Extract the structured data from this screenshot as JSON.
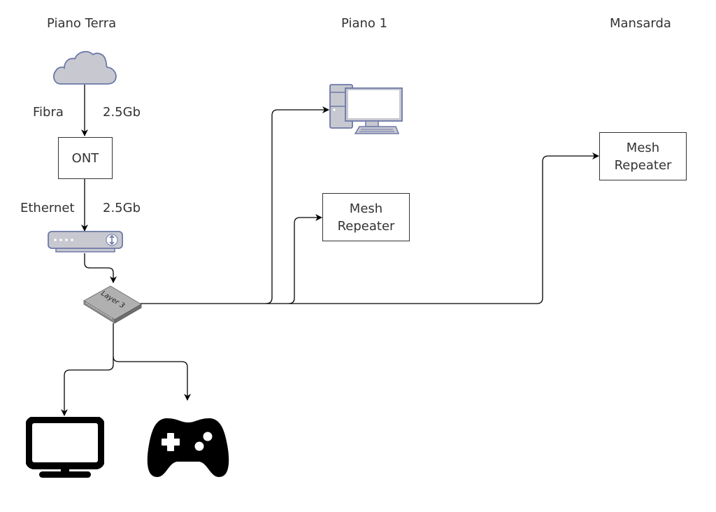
{
  "diagram": {
    "columns": {
      "ground_floor": "Piano Terra",
      "first_floor": "Piano 1",
      "attic": "Mansarda"
    },
    "links": {
      "fiber_label": "Fibra",
      "fiber_speed": "2.5Gb",
      "ethernet_label": "Ethernet",
      "ethernet_speed": "2.5Gb"
    },
    "nodes": {
      "ont": "ONT",
      "mesh_repeater_first_floor": "Mesh Repeater",
      "mesh_repeater_attic": "Mesh Repeater",
      "switch_label": "Layer 3"
    },
    "icons": {
      "internet": "cloud-icon",
      "router": "router-icon",
      "switch": "layer3-switch-icon",
      "desktop": "desktop-computer-icon",
      "tv": "tv-monitor-icon",
      "console": "gamepad-icon"
    },
    "colors": {
      "device_fill": "#c8c9d0",
      "device_stroke": "#6c78a8",
      "line": "#000000",
      "text": "#333333"
    }
  }
}
